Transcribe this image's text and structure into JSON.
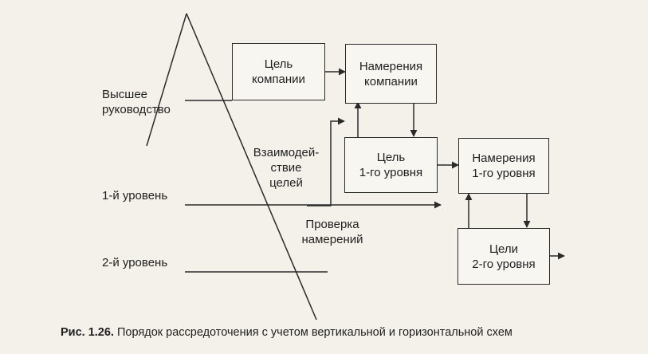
{
  "boxes": {
    "company_goal": [
      "Цель",
      "компании"
    ],
    "company_intentions": [
      "Намерения",
      "компании"
    ],
    "level1_goal": [
      "Цель",
      "1-го уровня"
    ],
    "level1_intentions": [
      "Намерения",
      "1-го уровня"
    ],
    "level2_goals": [
      "Цели",
      "2-го уровня"
    ]
  },
  "labels": {
    "top_management": [
      "Высшее",
      "руководство"
    ],
    "level1": "1-й уровень",
    "level2": "2-й уровень",
    "interaction": [
      "Взаимодей-",
      "ствие",
      "целей"
    ],
    "verification": [
      "Проверка",
      "намерений"
    ]
  },
  "caption": {
    "number": "Рис. 1.26.",
    "text": "Порядок рассредоточения с учетом вертикальной и горизонтальной схем"
  }
}
